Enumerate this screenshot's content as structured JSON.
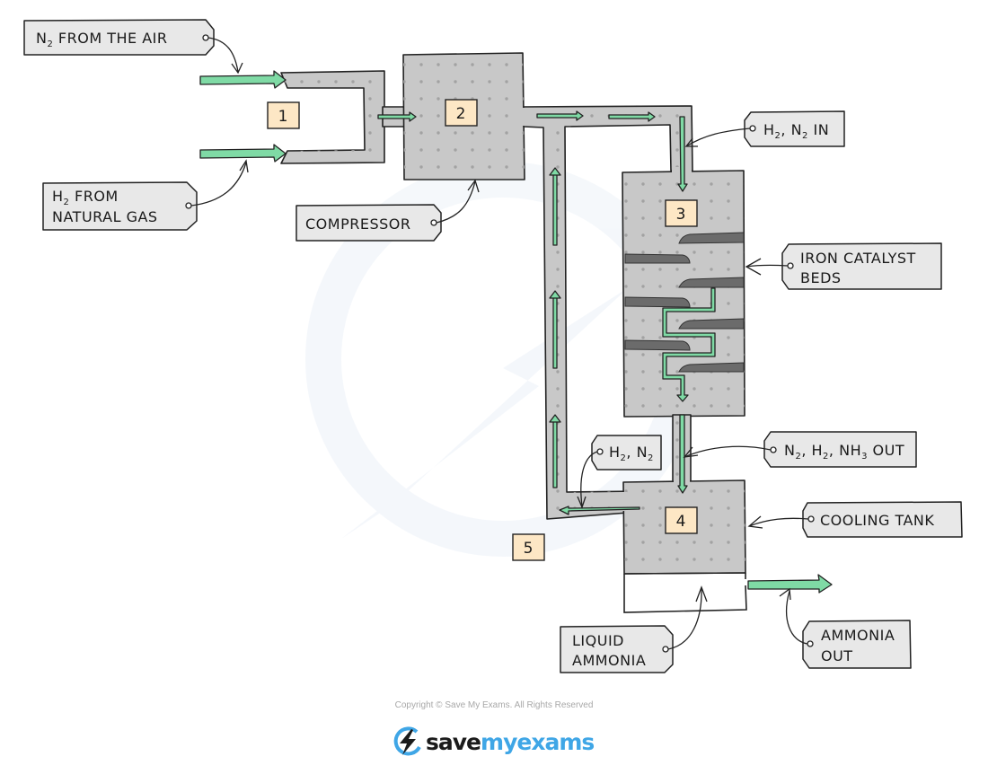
{
  "diagram": {
    "title": "Haber process flow diagram",
    "stage_numbers": [
      "1",
      "2",
      "3",
      "4",
      "5"
    ],
    "labels": {
      "n2_from_air": {
        "main": "N",
        "sub": "2",
        "rest": " FROM THE AIR"
      },
      "h2_natural_gas": {
        "line1_main": "H",
        "line1_sub": "2",
        "line1_rest": " FROM",
        "line2": "NATURAL GAS"
      },
      "compressor": "COMPRESSOR",
      "h2_n2_in": {
        "a": "H",
        "a_sub": "2",
        "b": ", N",
        "b_sub": "2",
        "rest": "  IN"
      },
      "iron_catalyst_beds": {
        "line1": "IRON CATALYST",
        "line2": "BEDS"
      },
      "out_mix": {
        "a": "N",
        "a_sub": "2",
        "b": ", H",
        "b_sub": "2",
        "c": ", NH",
        "c_sub": "3",
        "rest": "  OUT"
      },
      "recycle": {
        "a": "H",
        "a_sub": "2",
        "b": ", N",
        "b_sub": "2"
      },
      "cooling_tank": "COOLING  TANK",
      "liquid_ammonia": {
        "line1": "LIQUID",
        "line2": "AMMONIA"
      },
      "ammonia_out": {
        "line1": "AMMONIA",
        "line2": "OUT"
      }
    },
    "colors": {
      "vessel_fill": "#c8c8c8",
      "flow_arrow": "#7fdaa5",
      "number_box": "#fde7c5",
      "tag_fill": "#e8e8e8",
      "catalyst_bed": "#6b6b6b"
    }
  },
  "footer": {
    "copyright": "Copyright © Save My Exams. All Rights Reserved",
    "logo_save": "save",
    "logo_rest": "myexams"
  }
}
